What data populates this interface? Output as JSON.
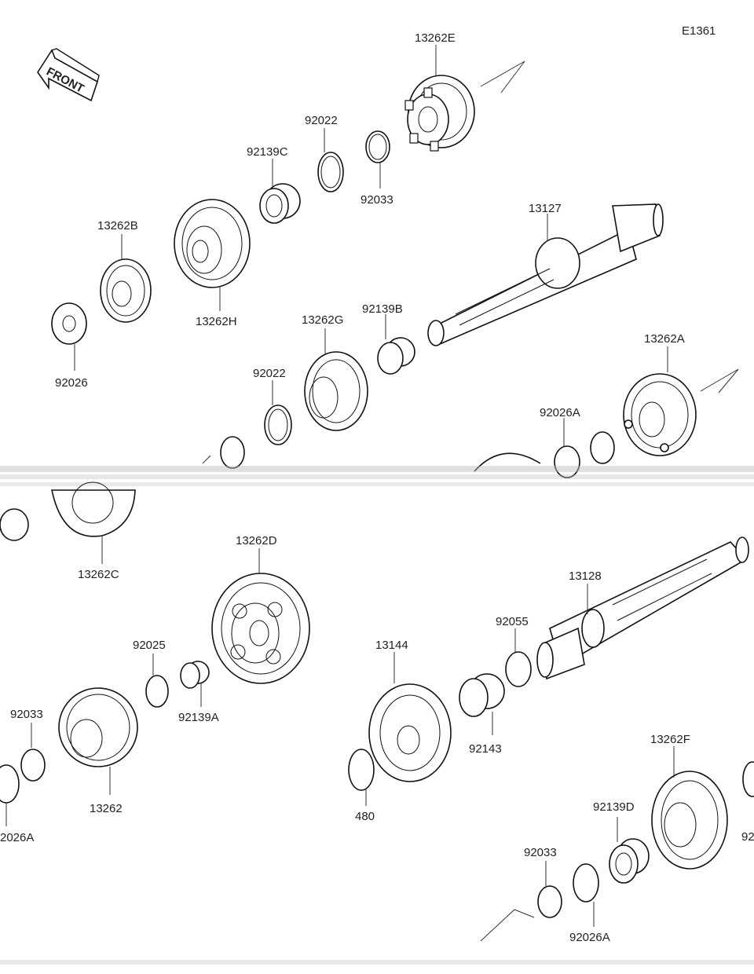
{
  "diagram": {
    "code": "E1361",
    "front_label": "FRONT",
    "parts": {
      "p13262E": "13262E",
      "p92022a": "92022",
      "p92139C": "92139C",
      "p92033a": "92033",
      "p13127": "13127",
      "p13262B": "13262B",
      "p13262H": "13262H",
      "p92026a": "92026",
      "p13262G": "13262G",
      "p92139B": "92139B",
      "p92022b": "92022",
      "p13262A": "13262A",
      "p92026A1": "92026A",
      "p13262C": "13262C",
      "p13262D": "13262D",
      "p13128": "13128",
      "p92055": "92055",
      "p92025": "92025",
      "p13144": "13144",
      "p92033b": "92033",
      "p92139A": "92139A",
      "p92143": "92143",
      "p13262F": "13262F",
      "p13262": "13262",
      "p92139D": "92139D",
      "p480": "480",
      "p92026A2": "2026A",
      "p92033c": "92033",
      "p92026A3": "92026A",
      "p92edge": "92"
    }
  }
}
